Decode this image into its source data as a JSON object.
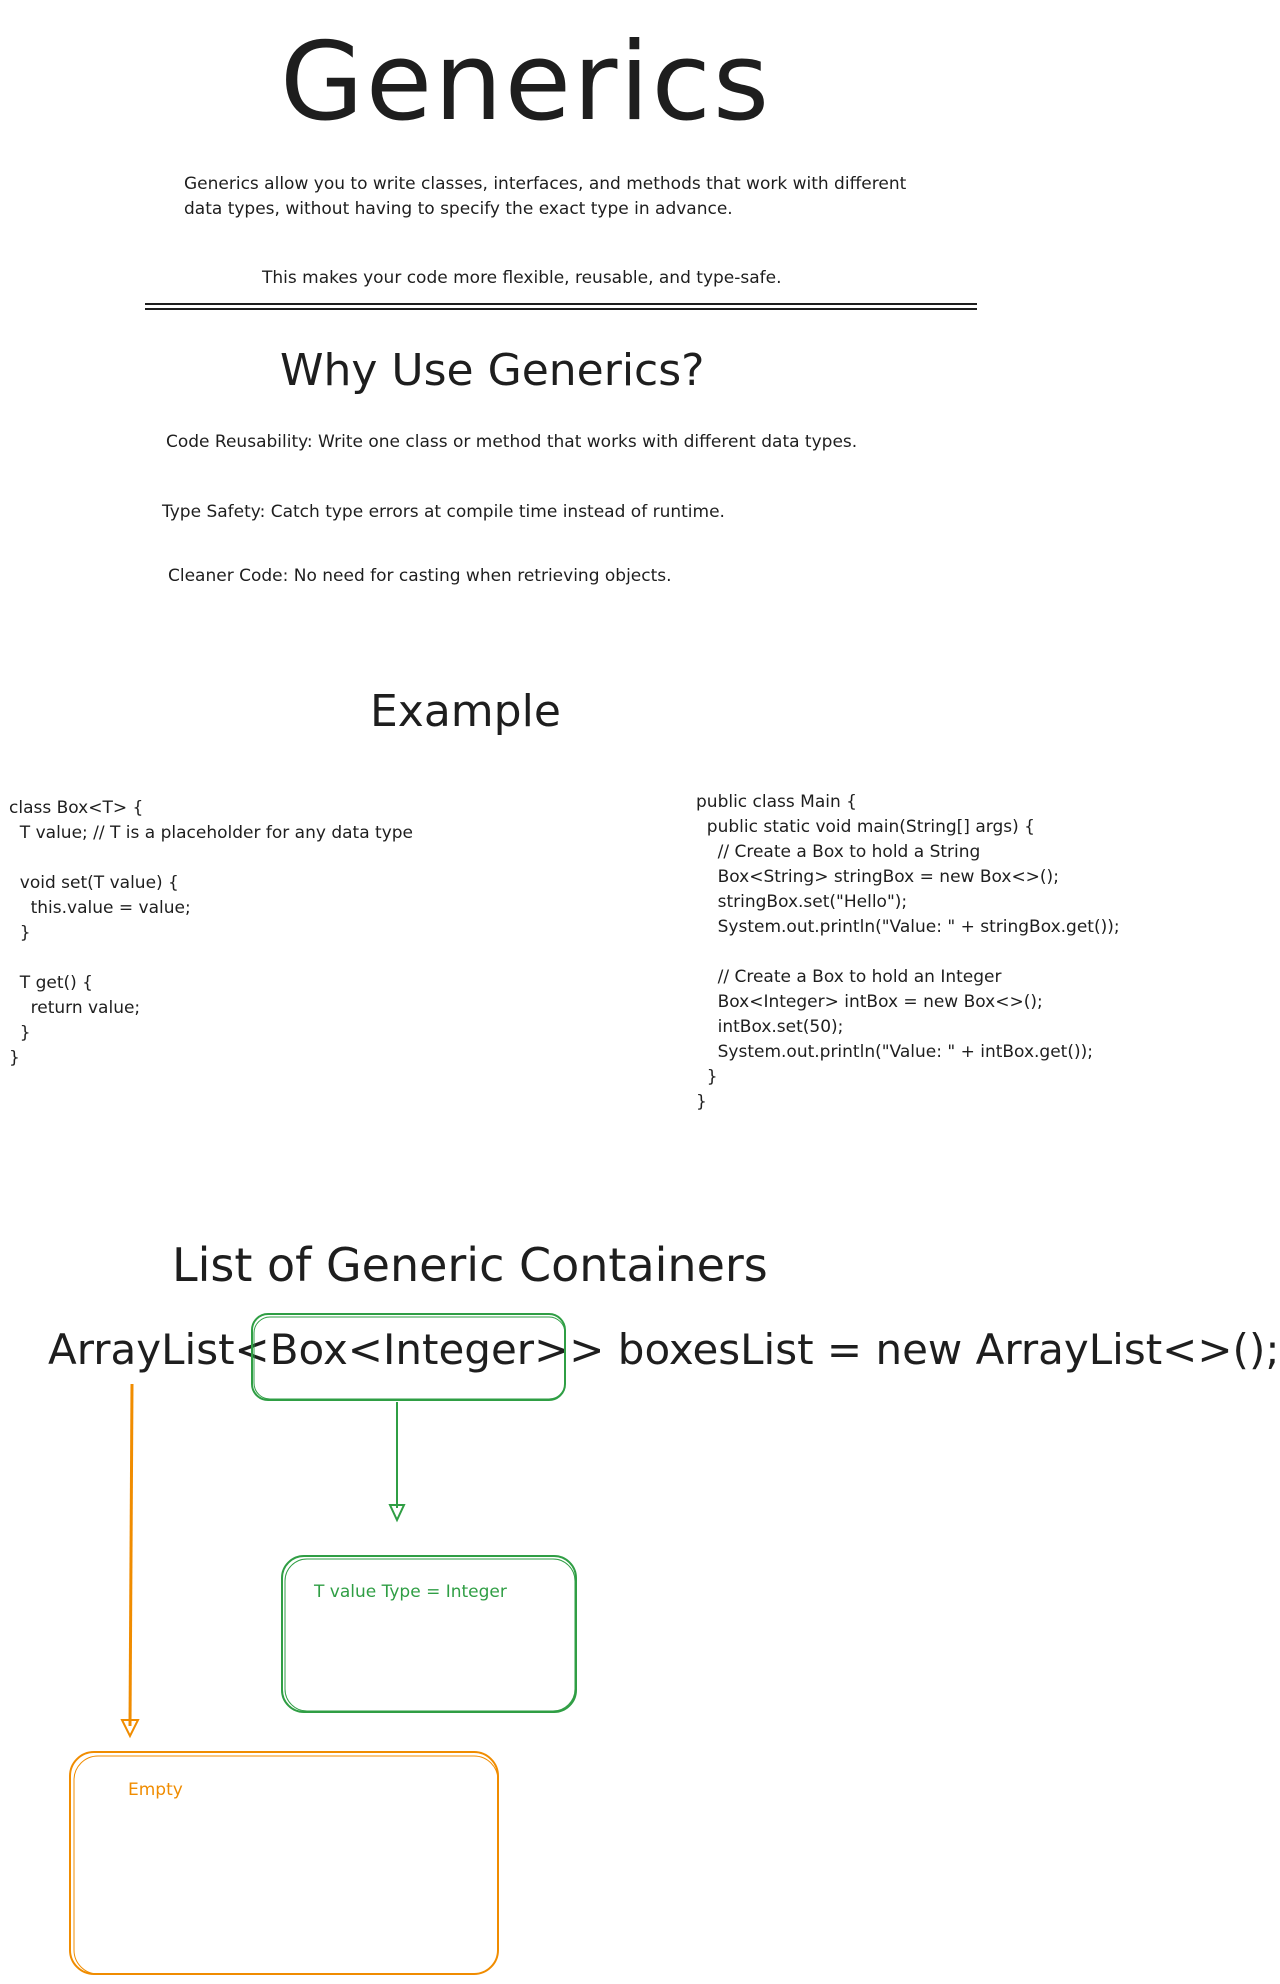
{
  "title": "Generics",
  "intro": {
    "paragraph": "Generics allow you to write classes, interfaces, and methods that work with different data types, without having to specify the exact type in advance.",
    "summary": "This makes your code more flexible, reusable, and type-safe."
  },
  "why": {
    "heading": "Why Use Generics?",
    "points": [
      "Code Reusability: Write one class or method that works with different data types.",
      "Type Safety: Catch type errors at compile time instead of runtime.",
      "Cleaner Code: No need for casting when retrieving objects."
    ]
  },
  "example": {
    "heading": "Example",
    "box_class_code": "class Box<T> {\n  T value; // T is a placeholder for any data type\n\n  void set(T value) {\n    this.value = value;\n  }\n\n  T get() {\n    return value;\n  }\n}",
    "main_class_code": "public class Main {\n  public static void main(String[] args) {\n    // Create a Box to hold a String\n    Box<String> stringBox = new Box<>();\n    stringBox.set(\"Hello\");\n    System.out.println(\"Value: \" + stringBox.get());\n\n    // Create a Box to hold an Integer\n    Box<Integer> intBox = new Box<>();\n    intBox.set(50);\n    System.out.println(\"Value: \" + intBox.get());\n  }\n}"
  },
  "containers": {
    "heading": "List of Generic Containers",
    "declaration": "ArrayList<Box<Integer>> boxesList = new ArrayList<>();",
    "green_box_label": "T value Type = Integer",
    "orange_box_label": "Empty"
  },
  "colors": {
    "ink": "#1e1e1e",
    "green": "#2f9e44",
    "orange": "#f08c00"
  }
}
